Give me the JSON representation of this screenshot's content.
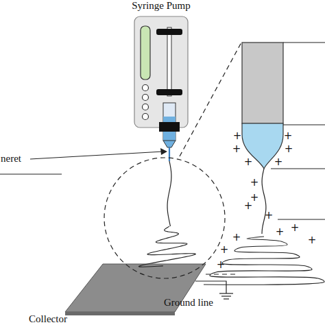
{
  "diagram": {
    "labels": [
      "Syringe Pump",
      "neret",
      "Collector",
      "Ground line",
      "+",
      "+",
      "+",
      "+",
      "+",
      "+",
      "+",
      "+",
      "+",
      "+",
      "+",
      "+",
      "+",
      "+",
      "+",
      "+"
    ]
  }
}
